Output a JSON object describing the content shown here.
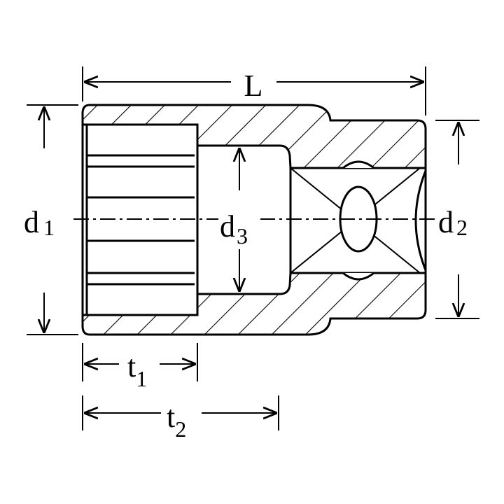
{
  "diagram": {
    "title": "Socket dimension drawing",
    "labels": {
      "L": "L",
      "d1_main": "d",
      "d1_sub": "1",
      "d2_main": "d",
      "d2_sub": "2",
      "d3_main": "d",
      "d3_sub": "3",
      "t1_main": "t",
      "t1_sub": "1",
      "t2_main": "t",
      "t2_sub": "2"
    },
    "colors": {
      "ink": "#000000",
      "background": "#ffffff"
    }
  }
}
